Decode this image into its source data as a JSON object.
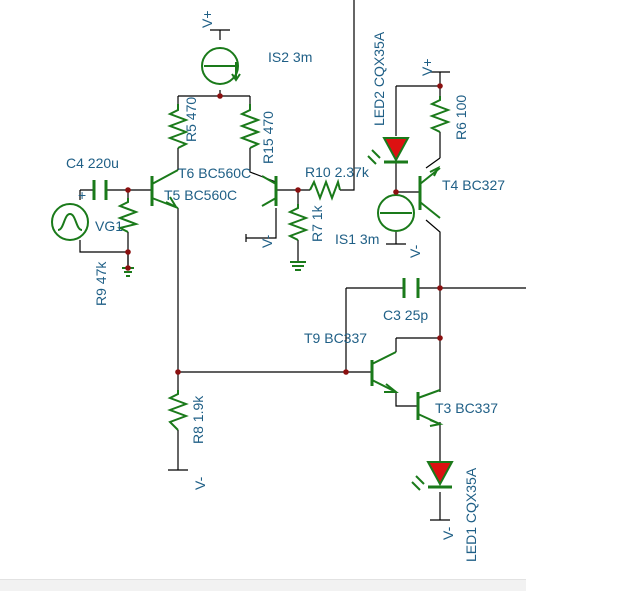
{
  "labels": {
    "is2": "IS2 3m",
    "is1": "IS1 3m",
    "vplus_top": "V+",
    "vplus_right": "V+",
    "r5": "R5 470",
    "r15": "R15 470",
    "r6": "R6 100",
    "r10": "R10 2.37k",
    "r7": "R7 1k",
    "r9": "R9 47k",
    "r8": "R8 1.9k",
    "c4": "C4 220u",
    "c3": "C3 25p",
    "t6": "T6 BC560C",
    "t5": "T5 BC560C",
    "t4": "T4 BC327",
    "t9": "T9 BC337",
    "t3": "T3 BC337",
    "led2": "LED2 CQX35A",
    "led1": "LED1 CQX35A",
    "vg1": "VG1",
    "vminus_t5": "V-",
    "vminus_is1": "V-",
    "vminus_r8": "V-",
    "vminus_led1": "V-",
    "plus_sign": "+"
  },
  "colors": {
    "wire": "#000000",
    "component": "#1a7a1a",
    "label": "#1f5f86",
    "junction": "#8b1010",
    "led": "#dd1111",
    "pin": "#cc2222"
  }
}
